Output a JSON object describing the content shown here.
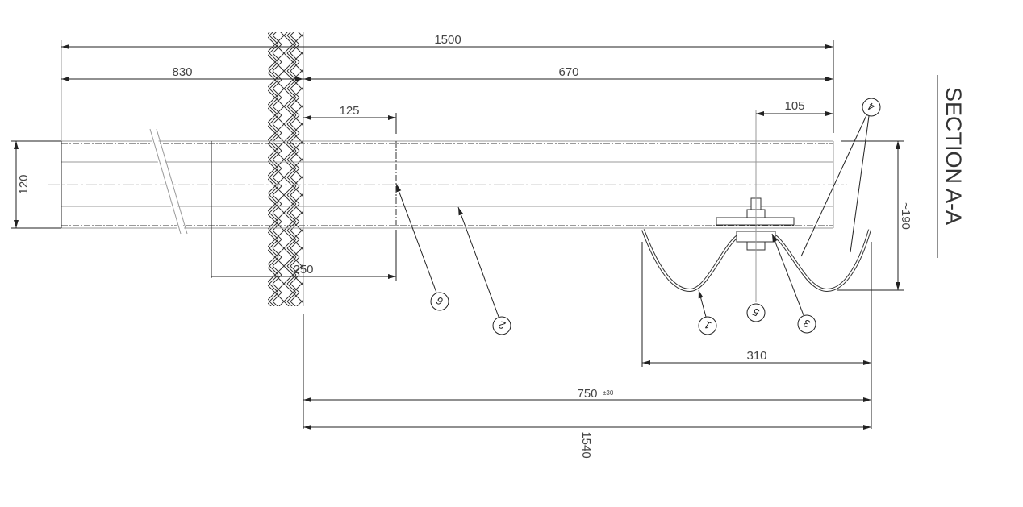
{
  "section_title": "SECTION A-A",
  "dimensions": {
    "total_length": "1500",
    "left_part": "830",
    "right_part": "670",
    "offset_125": "125",
    "offset_105": "105",
    "beam_height": "120",
    "rail_height": "~190",
    "length_250": "250",
    "rail_width": "310",
    "distance_750": "750",
    "tolerance_750": "±30",
    "overall_1540": "1540"
  },
  "balloons": [
    "1",
    "2",
    "3",
    "4",
    "5",
    "6"
  ]
}
